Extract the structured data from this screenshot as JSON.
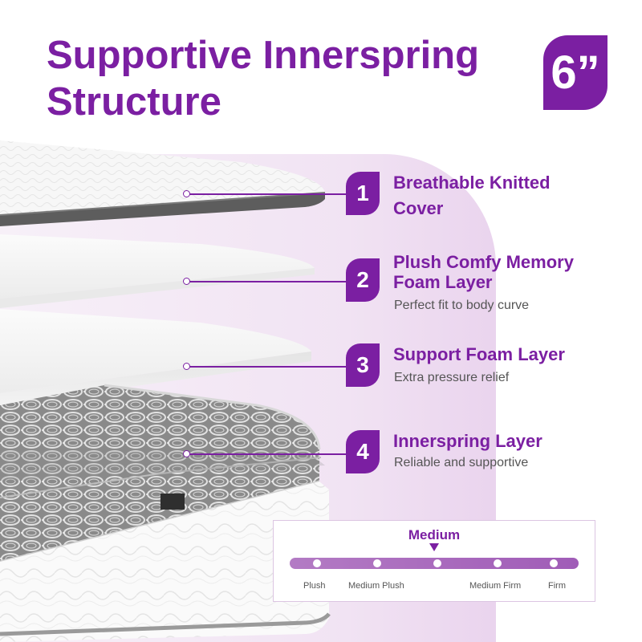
{
  "header": {
    "title_line1": "Supportive Innerspring",
    "title_line2": "Structure",
    "height_badge": "6”"
  },
  "layers": [
    {
      "number": "1",
      "title_line1": "Breathable Knitted",
      "title_line2": "Cover",
      "subtitle": ""
    },
    {
      "number": "2",
      "title_line1": "Plush Comfy Memory",
      "title_line2": "Foam Layer",
      "subtitle": "Perfect fit to body curve"
    },
    {
      "number": "3",
      "title_line1": "Support Foam Layer",
      "title_line2": "",
      "subtitle": "Extra pressure relief"
    },
    {
      "number": "4",
      "title_line1": "Innerspring Layer",
      "title_line2": "",
      "subtitle": "Reliable and supportive"
    }
  ],
  "firmness_scale": {
    "selected": "Medium",
    "selected_fraction": 0.5,
    "options": [
      "Plush",
      "Medium Plush",
      "Medium Firm",
      "Firm"
    ]
  },
  "colors": {
    "brand_purple": "#7b1fa2",
    "track_purple": "#a05cb7",
    "panel_lavender": "#f1e3f3"
  }
}
